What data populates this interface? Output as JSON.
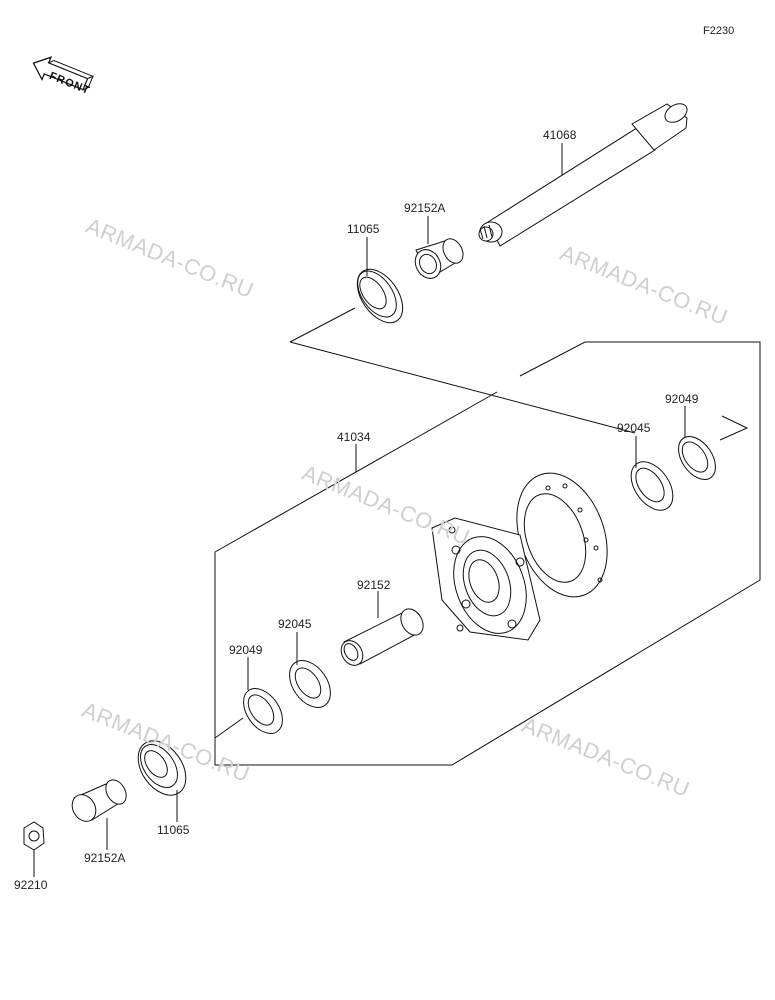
{
  "diagram_code": "F2230",
  "front_indicator": "FRONT",
  "watermark_text": "ARMADA-CO.RU",
  "parts": [
    {
      "id": "p41068",
      "label": "41068"
    },
    {
      "id": "p92152A_top",
      "label": "92152A"
    },
    {
      "id": "p11065_top",
      "label": "11065"
    },
    {
      "id": "p92049_right",
      "label": "92049"
    },
    {
      "id": "p92045_right",
      "label": "92045"
    },
    {
      "id": "p41034",
      "label": "41034"
    },
    {
      "id": "p92152",
      "label": "92152"
    },
    {
      "id": "p92045_left",
      "label": "92045"
    },
    {
      "id": "p92049_left",
      "label": "92049"
    },
    {
      "id": "p11065_bottom",
      "label": "11065"
    },
    {
      "id": "p92152A_bottom",
      "label": "92152A"
    },
    {
      "id": "p92210",
      "label": "92210"
    }
  ],
  "colors": {
    "line": "#111111",
    "watermark": "#cfcfcf"
  }
}
